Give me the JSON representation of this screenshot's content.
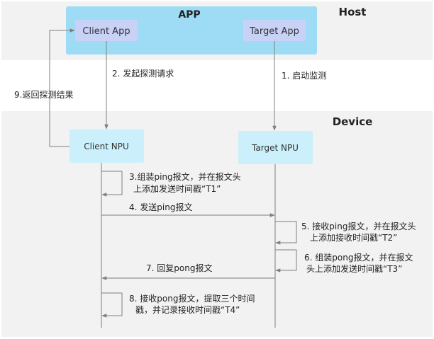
{
  "regions": {
    "host_label": "Host",
    "device_label": "Device",
    "app_label": "APP"
  },
  "nodes": {
    "client_app": "Client App",
    "target_app": "Target App",
    "client_npu": "Client NPU",
    "target_npu": "Target NPU"
  },
  "steps": {
    "s1": "1. 启动监测",
    "s2": "2. 发起探测请求",
    "s3_line1": "3.组装ping报文，并在报文头",
    "s3_line2": "上添加发送时间戳“T1”",
    "s4": "4. 发送ping报文",
    "s5_line1": "5. 接收ping报文，并在报文头",
    "s5_line2": "上添加接收时间戳“T2”",
    "s6_line1": "6. 组装pong报文，并在报文",
    "s6_line2": "头上添加发送时间戳“T3”",
    "s7": "7. 回复pong报文",
    "s8_line1": "8. 接收pong报文，提取三个时间",
    "s8_line2": "戳，并记录接收时间戳“T4”",
    "s9": "9.返回探测结果"
  },
  "colors": {
    "region_bg": "#f2f2f2",
    "app_bg": "#9ddcf4",
    "app_node_bg": "#c8d2f6",
    "npu_bg": "#ccf0fb",
    "line": "#7f7f7f",
    "text": "#222222"
  }
}
